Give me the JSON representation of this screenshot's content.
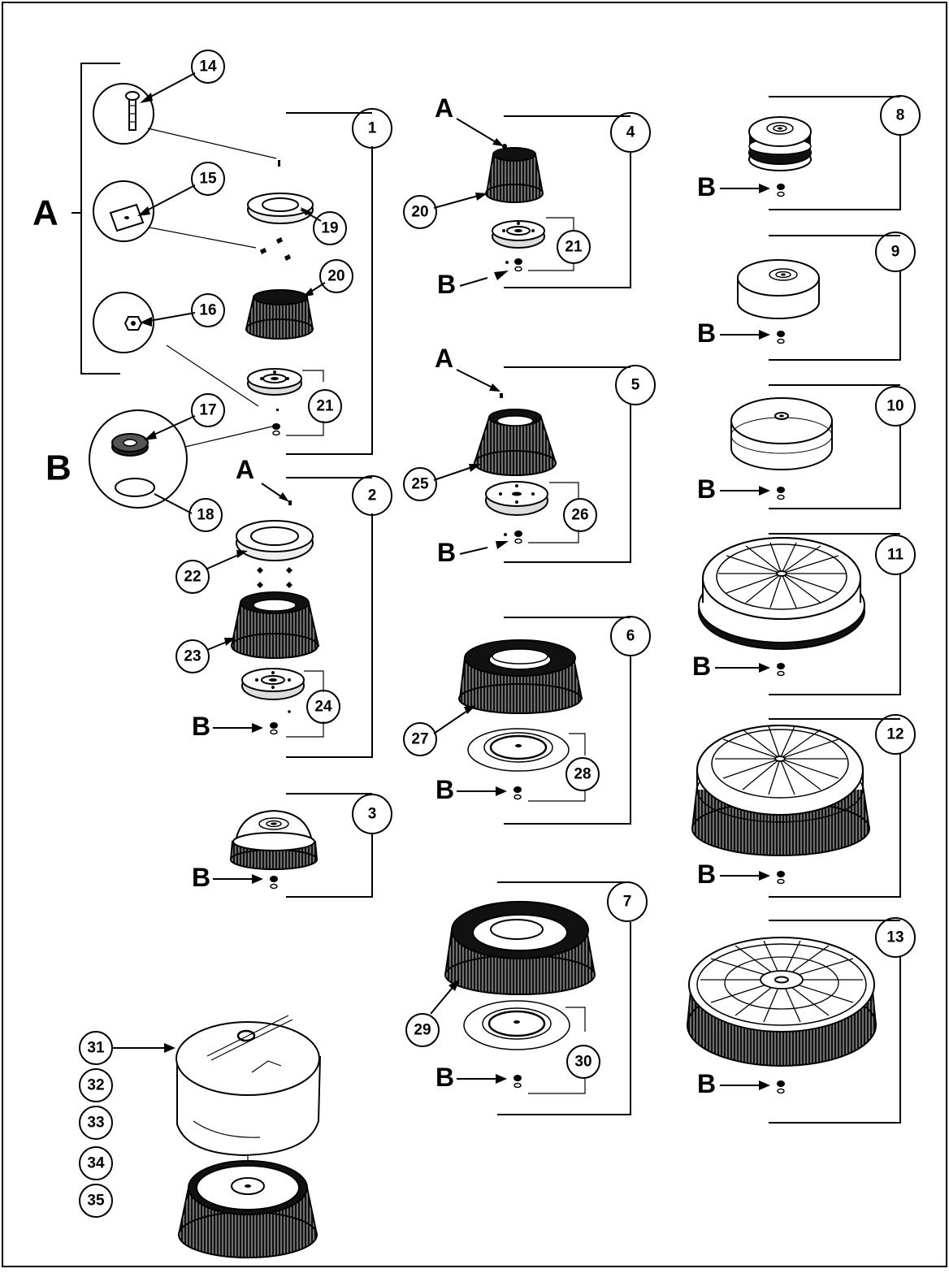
{
  "frame_labels": {
    "A": "A",
    "B": "B"
  },
  "callouts": {
    "c1": "1",
    "c2": "2",
    "c3": "3",
    "c4": "4",
    "c5": "5",
    "c6": "6",
    "c7": "7",
    "c8": "8",
    "c9": "9",
    "c10": "10",
    "c11": "11",
    "c12": "12",
    "c13": "13",
    "c14": "14",
    "c15": "15",
    "c16": "16",
    "c17": "17",
    "c18": "18",
    "c19": "19",
    "c20": "20",
    "c20b": "20",
    "c21": "21",
    "c21b": "21",
    "c22": "22",
    "c23": "23",
    "c24": "24",
    "c25": "25",
    "c26": "26",
    "c27": "27",
    "c28": "28",
    "c29": "29",
    "c30": "30",
    "c31": "31",
    "c32": "32",
    "c33": "33",
    "c34": "34",
    "c35": "35"
  },
  "letters": {
    "A": "A",
    "B": "B"
  },
  "colors": {
    "ink": "#000000",
    "paper": "#ffffff",
    "shade": "#e6e6e6"
  }
}
